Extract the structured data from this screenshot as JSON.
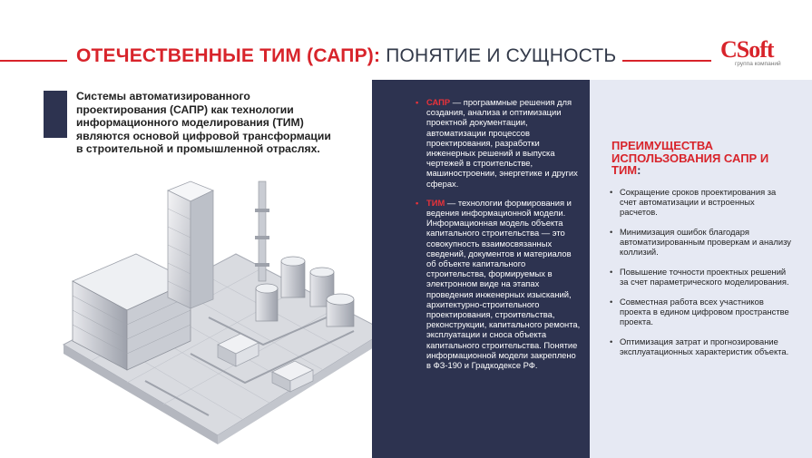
{
  "header": {
    "title_bold": "ОТЕЧЕСТВЕННЫЕ ТИМ (САПР):",
    "title_rest": " ПОНЯТИЕ И СУЩНОСТЬ"
  },
  "logo": {
    "main": "CSoft",
    "sub": "группа компаний"
  },
  "intro": {
    "text": "Системы автоматизированного проектирования (САПР) как технологии информационного моделирования (ТИМ) являются основой цифровой трансформации в строительной и промышленной отраслях."
  },
  "definitions": [
    {
      "term": "САПР",
      "text": " — программные решения для создания, анализа и оптимизации проектной документации, автоматизации процессов проектирования, разработки инженерных решений и выпуска чертежей в строительстве, машиностроении, энергетике и других сферах."
    },
    {
      "term": "ТИМ",
      "text": " — технологии формирования и ведения информационной модели. Информационная модель объекта капитального строительства — это совокупность взаимосвязанных сведений, документов и материалов об объекте капитального строительства, формируемых в электронном виде на этапах проведения инженерных изысканий, архитектурно-строительного проектирования, строительства, реконструкции, капитального ремонта, эксплуатации и сноса объекта капитального строительства. Понятие информационной модели закреплено в ФЗ-190 и Градкодексе РФ."
    }
  ],
  "benefits": {
    "title": "ПРЕИМУЩЕСТВА ИСПОЛЬЗОВАНИЯ САПР И ТИМ",
    "title_colon": ":",
    "items": [
      "Сокращение сроков проектирования за счет автоматизации и встроенных расчетов.",
      "Минимизация ошибок благодаря автоматизированным проверкам и анализу коллизий.",
      "Повышение точности проектных решений за счет параметрического моделирования.",
      "Совместная работа всех участников проекта в едином цифровом пространстве проекта.",
      "Оптимизация затрат и прогнозирование эксплуатационных характеристик объекта."
    ]
  },
  "colors": {
    "accent_red": "#d8242b",
    "navy": "#2d3350",
    "light_panel": "#e6e9f3"
  }
}
